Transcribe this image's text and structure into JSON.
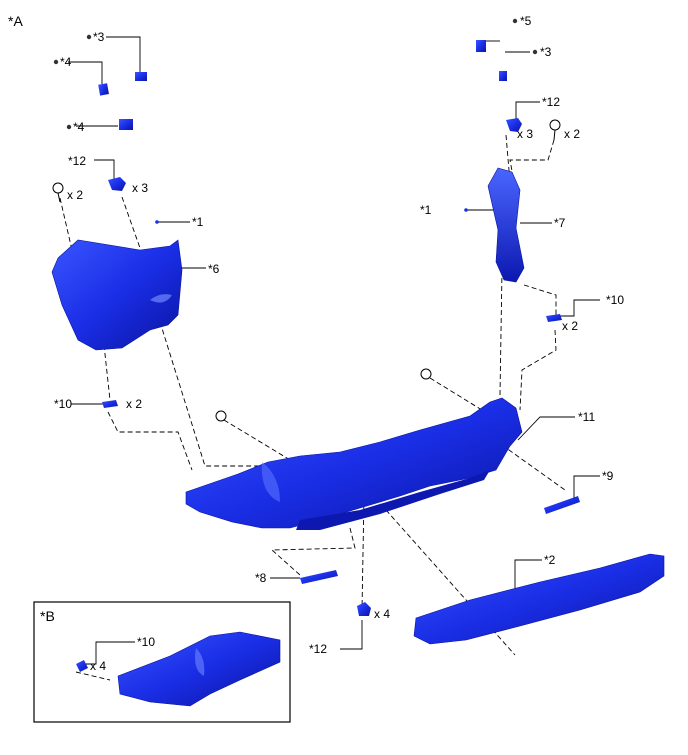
{
  "view_labels": {
    "a": "*A",
    "b": "*B"
  },
  "callouts": {
    "c1_left": "*1",
    "c1_right": "*1",
    "c2": "*2",
    "c3_left": "*3",
    "c3_right": "*3",
    "c4_top": "*4",
    "c4_mid": "*4",
    "c5": "*5",
    "c6": "*6",
    "c7": "*7",
    "c8": "*8",
    "c9": "*9",
    "c10_right": "*10",
    "c10_left": "*10",
    "c10_inset": "*10",
    "c11": "*11",
    "c12_left": "*12",
    "c12_right": "*12",
    "c12_bottom": "*12"
  },
  "quantities": {
    "q12_left": "x 3",
    "q_screw_left": "x 2",
    "q12_right": "x 3",
    "q_screw_right": "x 2",
    "q10_right": "x 2",
    "q10_left": "x 2",
    "q12_bottom": "x 4",
    "q10_inset": "x 4"
  },
  "colors": {
    "part": "#1a2ee6",
    "part_dark": "#0a16a8",
    "part_light": "#4a62ff",
    "line": "#000000"
  }
}
